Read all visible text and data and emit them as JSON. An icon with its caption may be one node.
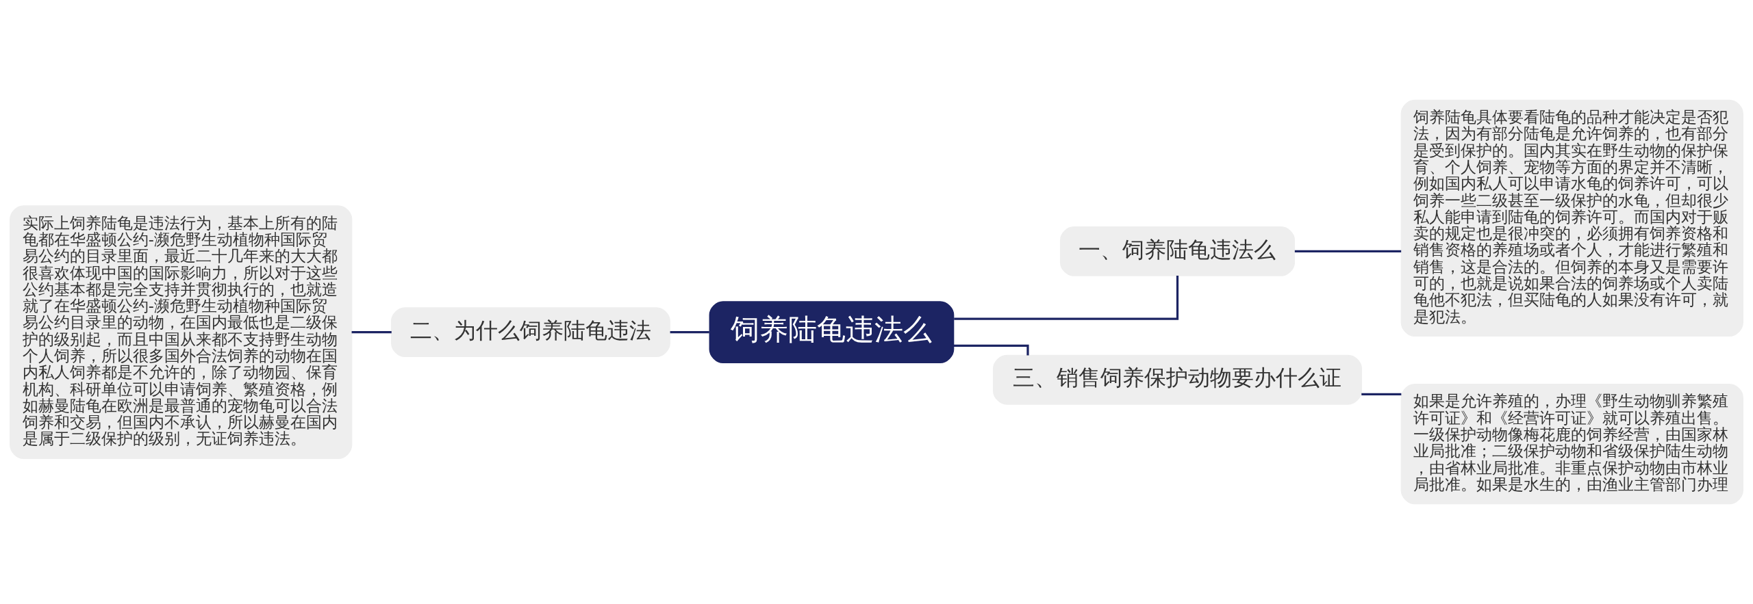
{
  "diagram": {
    "nodes": [
      {
        "text": [
          "饲养陆龟违法么"
        ]
      },
      {
        "text": [
          "一、饲养陆龟违法么"
        ]
      },
      {
        "text": [
          "饲养陆龟具体要看陆龟的品种才能决定是否犯法，因为有部分陆龟是允许饲养的，也有部分是受到保护的。国内其实在野生动物的保护保育、个人饲养、宠物等方面的界定并不清晰，例如国内私人可以申请水龟的饲养许可，可以饲养一些二级甚至一级保护的水龟，但却很少私人能申请到陆龟的饲养许可。而国内对于贩卖的规定也是很冲突的，必须拥有饲养资格和销售资格的养殖场或者个人，才能进行繁殖和销售，这是合法的。但饲养的本身又是需要许可的，也就是说如果合法的饲养场或个人卖陆龟他不犯法，但买陆龟的人如果没有许可，就是犯法。"
        ]
      },
      {
        "text": [
          "二、为什么饲养陆龟违法"
        ]
      },
      {
        "text": [
          "实际上饲养陆龟是违法行为，基本上所有的陆龟都在华盛顿公约-濒危野生动植物种国际贸易公约的目录里面，最近二十几年来的大大都很喜欢体现中国的国际影响力，所以对于这些公约基本都是完全支持并贯彻执行的，也就造就了在华盛顿公约-濒危野生动植物种国际贸易公约目录里的动物，在国内最低也是二级保护的级别起，而且中国从来都不支持野生动物个人饲养，所以很多国外合法饲养的动物在国内私人饲养都是不允许的，除了动物园、保育机构、科研单位可以申请饲养、繁殖资格，例如赫曼陆龟在欧洲是最普通的宠物龟可以合法饲养和交易，但国内不承认，所以赫曼在国内是属于二级保护的级别，无证饲养违法。"
        ]
      },
      {
        "text": [
          "三、销售饲养保护动物要办什么证"
        ]
      },
      {
        "text": [
          "如果是允许养殖的，办理《野生动物驯养繁殖许可证》和《经营许可证》就可以养殖出售。一级保护动物像梅花鹿的饲养经营，由国家林业局批准；二级保护动物和省级保护陆生动物，由省林业局批准。非重点保护动物由市林业局批准。如果是水生的，由渔业主管部门办理"
        ]
      }
    ],
    "edges": [
      {
        "from": 0,
        "to": 1,
        "arrow": "none"
      },
      {
        "from": 1,
        "to": 2,
        "arrow": "none"
      },
      {
        "from": 0,
        "to": 3,
        "arrow": "none"
      },
      {
        "from": 3,
        "to": 4,
        "arrow": "none"
      },
      {
        "from": 0,
        "to": 5,
        "arrow": "none"
      },
      {
        "from": 5,
        "to": 6,
        "arrow": "none"
      }
    ]
  }
}
